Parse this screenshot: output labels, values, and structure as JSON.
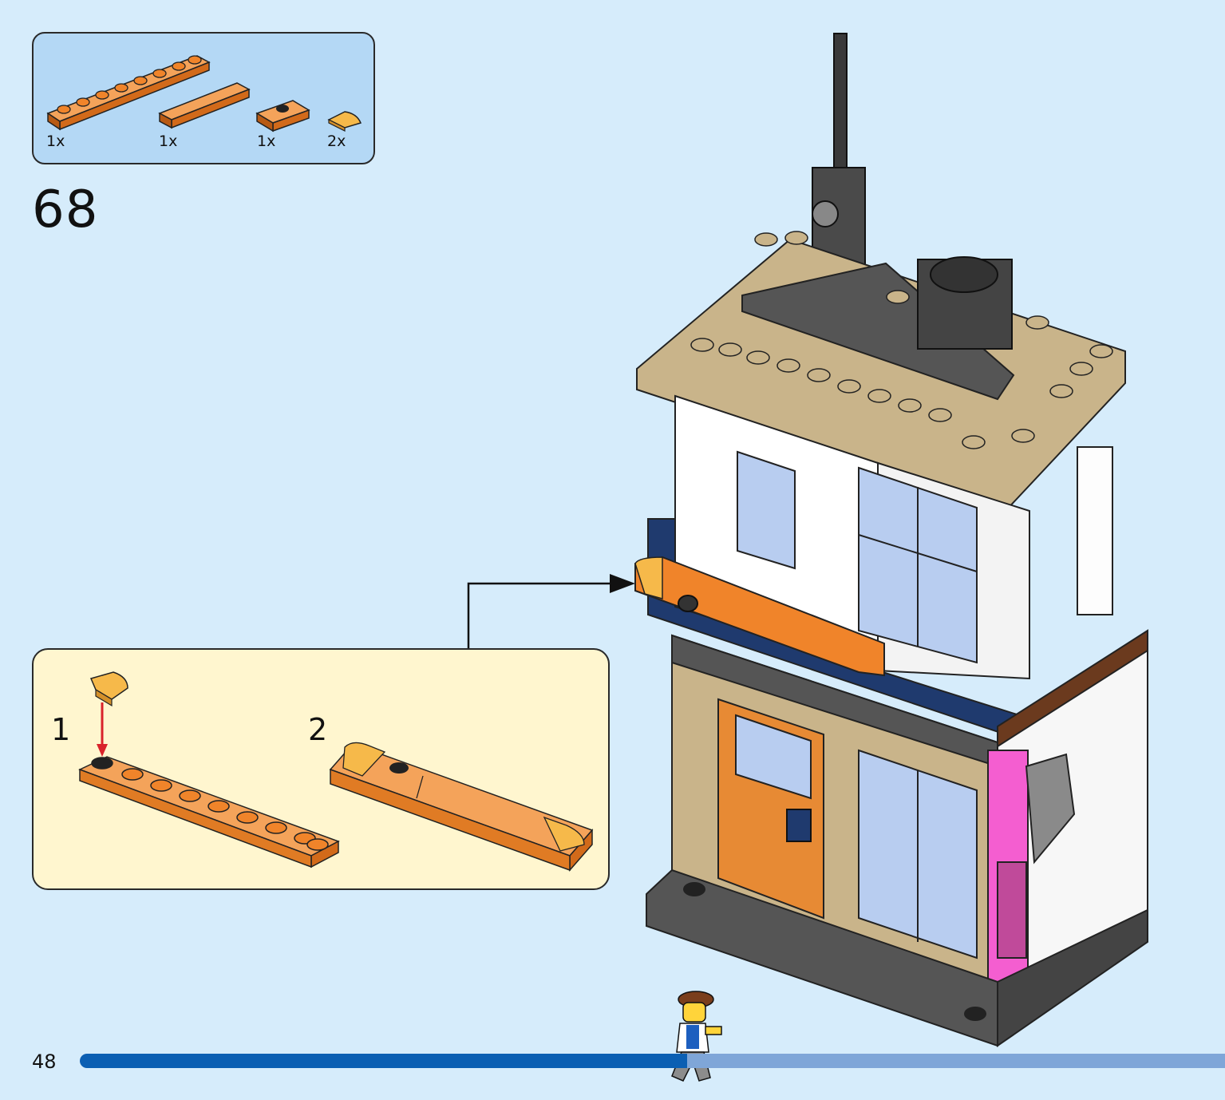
{
  "parts_list": {
    "items": [
      {
        "part": "orange 1x8 plate",
        "qty": "1x"
      },
      {
        "part": "orange 1x4 tile",
        "qty": "1x"
      },
      {
        "part": "orange 1x2 jumper plate",
        "qty": "1x"
      },
      {
        "part": "orange quarter round tile",
        "qty": "2x"
      }
    ]
  },
  "step": {
    "number": "68"
  },
  "sub_steps": [
    {
      "number": "1"
    },
    {
      "number": "2"
    }
  ],
  "footer": {
    "page_number": "48"
  },
  "progress": {
    "fraction": 0.53
  },
  "colors": {
    "background": "#d6ecfb",
    "parts_box": "#b4d8f5",
    "sub_box": "#fff6cf",
    "orange": "#f0842a",
    "progress_fill": "#0b5fb3",
    "progress_track": "#7fa6d8",
    "arrow_red": "#d9232b"
  }
}
